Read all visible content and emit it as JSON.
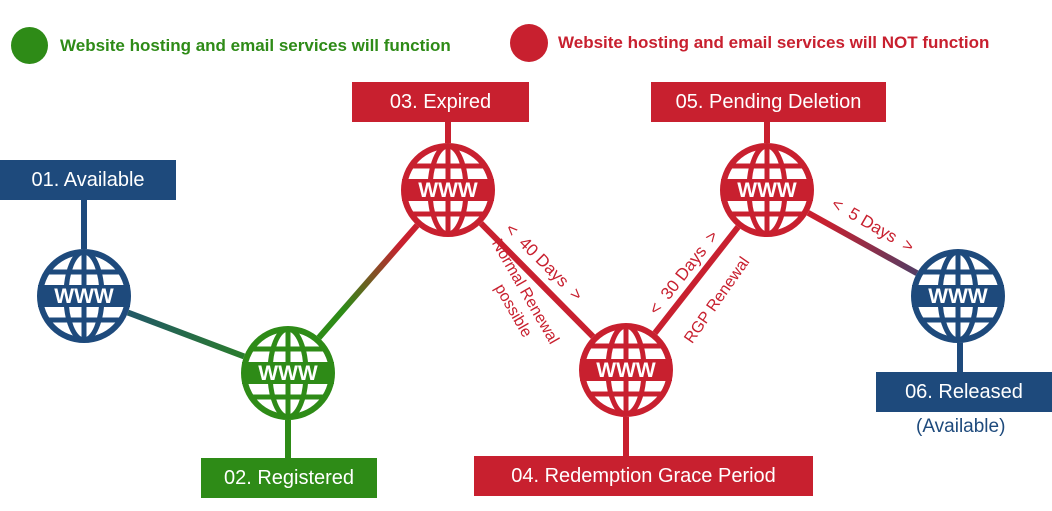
{
  "colors": {
    "green": "#2e8b17",
    "red": "#c8202f",
    "blue": "#1e4a7c"
  },
  "legend": {
    "functioning": "Website hosting and email services will function",
    "not_functioning": "Website hosting and email services will NOT function"
  },
  "stages": {
    "available": "01. Available",
    "registered": "02. Registered",
    "expired": "03. Expired",
    "redemption": "04. Redemption Grace Period",
    "pending_deletion": "05. Pending Deletion",
    "released": "06. Released",
    "released_note": "(Available)"
  },
  "globe_text": "WWW",
  "durations": {
    "expired_to_redemption": "<  40 Days  >",
    "expired_note_line1": "Normal Renewal",
    "expired_note_line2": "possible",
    "redemption_to_pending": "<  30 Days  >",
    "redemption_note": "RGP Renewal",
    "pending_to_released": "<  5 Days  >"
  },
  "icons": {
    "globe": "globe-www-icon",
    "legend_green": "green-dot-icon",
    "legend_red": "red-dot-icon"
  }
}
